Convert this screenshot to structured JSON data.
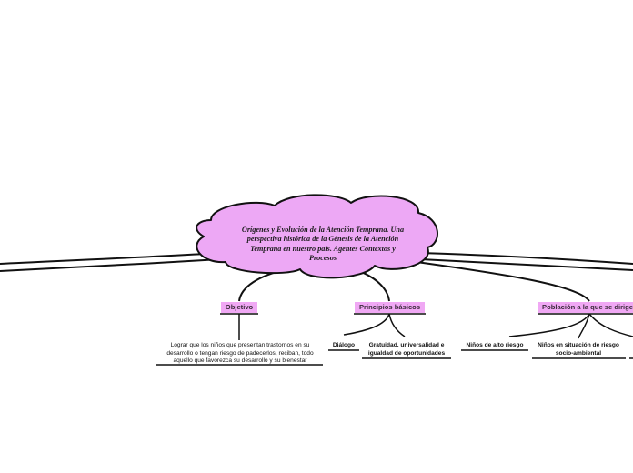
{
  "central_topic": "Orígenes y Evolución de la Atención Temprana. Una perspectiva histórica de la Génesis de la Atención Temprana en nuestro país. Agentes Contextos y Procesos",
  "branches": [
    {
      "label": "Objetivo",
      "children": [
        "Lograr que los niños que presentan trastornos en su desarrollo o tengan riesgo de padecerlos, reciban, todo aquello que favorezca su desarrollo y su bienestar"
      ]
    },
    {
      "label": "Principios básicos",
      "children": [
        "Diálogo",
        "Gratuidad, universalidad e igualdad de oportunidades"
      ]
    },
    {
      "label": "Población a la que se dirige",
      "children": [
        "Niños de alto riesgo",
        "Niños en situación de riesgo socio-ambiental"
      ]
    }
  ],
  "colors": {
    "central_fill": "#eda8f5",
    "topic_fill": "#f0a8f4",
    "line": "#111111"
  }
}
